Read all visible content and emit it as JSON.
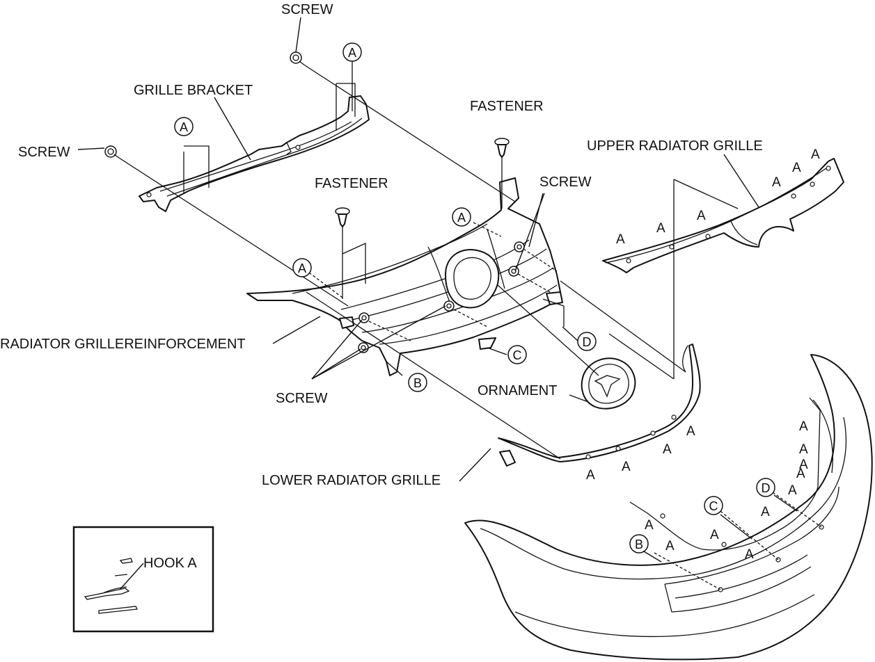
{
  "labels": {
    "screw_top": "SCREW",
    "grille_bracket": "GRILLE BRACKET",
    "screw_left": "SCREW",
    "fastener_right": "FASTENER",
    "fastener_center": "FASTENER",
    "screw_right": "SCREW",
    "upper_radiator_grille": "UPPER RADIATOR GRILLE",
    "radiator_grille_reinforcement": "RADIATOR GRILLEREINFORCEMENT",
    "screw_bottom": "SCREW",
    "ornament": "ORNAMENT",
    "lower_radiator_grille": "LOWER RADIATOR GRILLE",
    "hook_a": "HOOK A"
  },
  "refs": {
    "a": "A",
    "b": "B",
    "c": "C",
    "d": "D"
  },
  "colors": {
    "line": "#111111",
    "background": "#ffffff"
  }
}
